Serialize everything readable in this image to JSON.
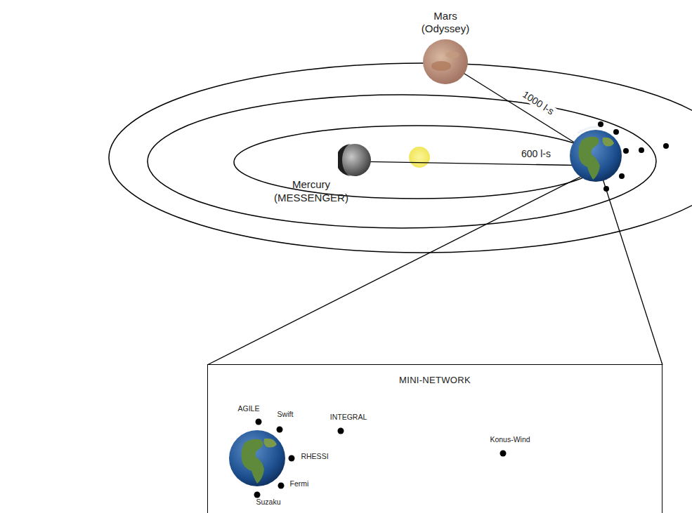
{
  "diagram": {
    "nodes": [
      {
        "text": [
          "Mars (Odyssey)"
        ]
      },
      {
        "text": [
          "Mercury (MESSENGER)"
        ]
      },
      {
        "text": [
          "MINI-NETWORK"
        ]
      }
    ],
    "labels": [
      "1000 l-s",
      "600 l-s",
      "AGILE",
      "Swift",
      "INTEGRAL",
      "RHESSI",
      "Fermi",
      "Suzaku",
      "Konus-Wind"
    ]
  }
}
